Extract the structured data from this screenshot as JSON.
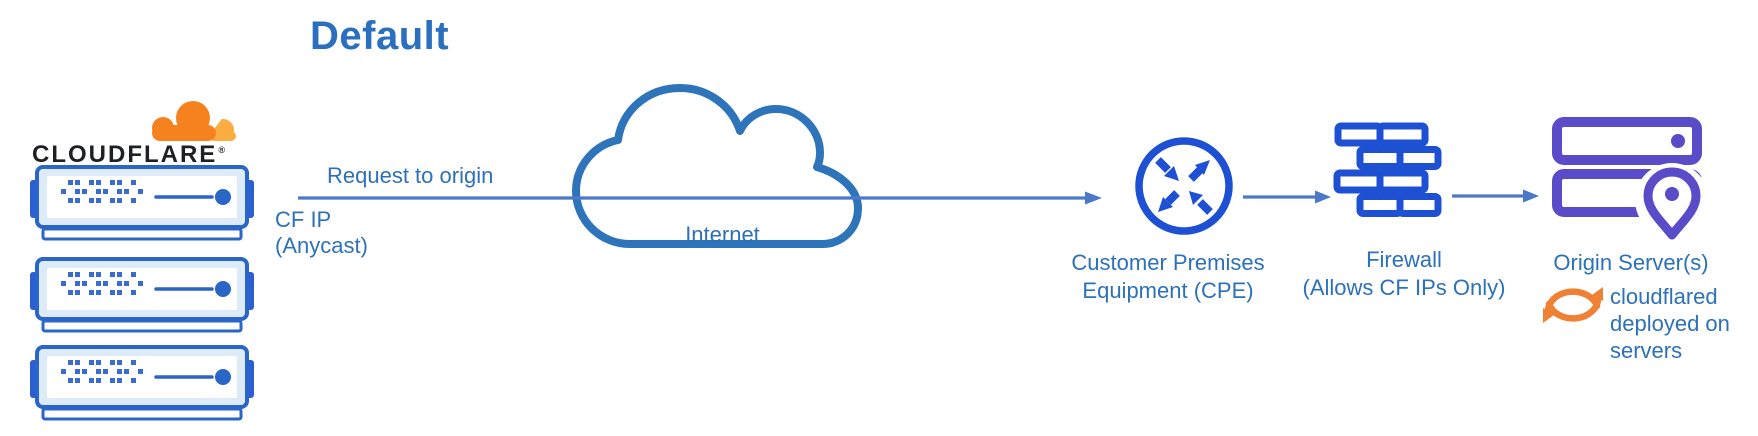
{
  "title": "Default",
  "logo": {
    "wordmark": "CLOUDFLARE",
    "registered_mark": "®"
  },
  "labels": {
    "request_to_origin": "Request to origin",
    "cf_ip": "CF IP (Anycast)",
    "internet": "Internet",
    "cpe_line1": "Customer Premises",
    "cpe_line2": "Equipment (CPE)",
    "firewall_line1": "Firewall",
    "firewall_line2": "(Allows CF IPs Only)",
    "origin": "Origin Server(s)",
    "cloudflared_note": "cloudflared deployed on servers"
  },
  "icons": {
    "logo_cloud": "cloudflare-cloud-logo",
    "edge_servers": "server-rack-icon",
    "internet": "internet-cloud-icon",
    "cpe": "router-arrows-icon",
    "firewall": "brick-wall-icon",
    "origin": "origin-servers-pin-icon",
    "sync": "sync-arrows-icon"
  },
  "colors": {
    "title_blue": "#2b6fc0",
    "label_blue": "#2c71ba",
    "arrow_blue": "#4b79c6",
    "cloud_outline_blue": "#2e74bb",
    "icon_blue": "#1e50d4",
    "server_border_blue": "#2a65c8",
    "server_fill_light": "#dcebf7",
    "server_tab_blue": "#2b5fd3",
    "origin_purple": "#5a4bc8",
    "sync_orange": "#ee8133",
    "cf_logo_orange": "#f6821f",
    "cf_logo_orange_light": "#fbad41",
    "wordmark_black": "#1f2023"
  }
}
